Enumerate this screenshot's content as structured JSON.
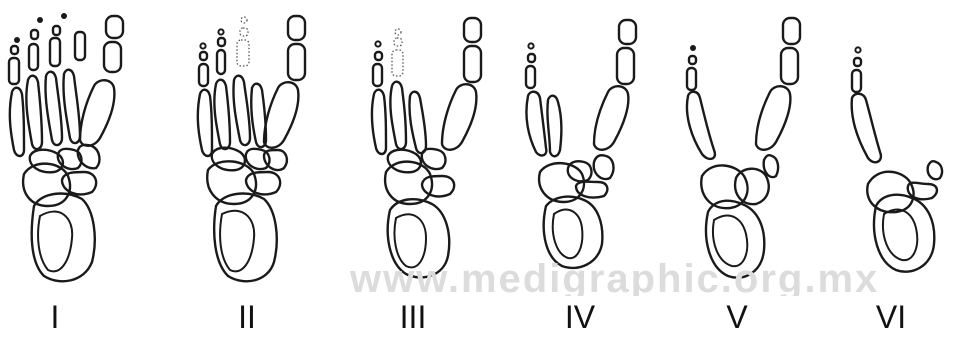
{
  "labels": [
    "I",
    "II",
    "III",
    "IV",
    "V",
    "VI"
  ],
  "watermark": "www.medigraphic.org.mx"
}
